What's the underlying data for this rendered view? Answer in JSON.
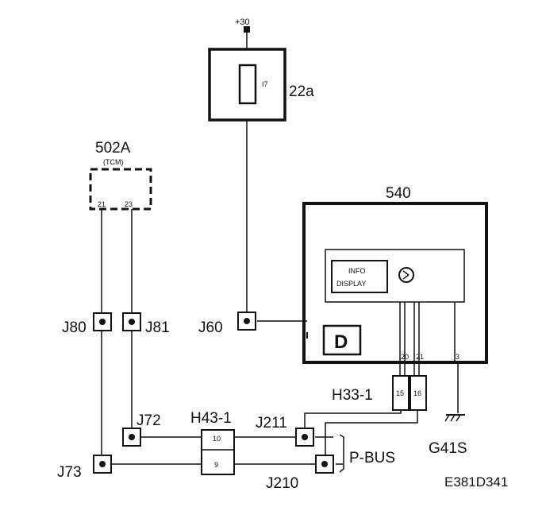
{
  "supply": {
    "label": "+30"
  },
  "fuse_box": {
    "id": "22a",
    "fuse_number": "I7"
  },
  "tcm": {
    "id": "502A",
    "sub": "(TCM)",
    "pin_a": "21",
    "pin_b": "23"
  },
  "module": {
    "id": "540",
    "display_line1": "INFO",
    "display_line2": "DISPLAY",
    "display_letter": "D",
    "pin_a": "20",
    "pin_b": "21",
    "pin_c": "3"
  },
  "connectors": {
    "j80": "J80",
    "j81": "J81",
    "j60": "J60",
    "j72": "J72",
    "j73": "J73",
    "j211": "J211",
    "j210": "J210"
  },
  "h33": {
    "id": "H33-1",
    "pin_a": "15",
    "pin_b": "16"
  },
  "h43": {
    "id": "H43-1",
    "pin_a": "10",
    "pin_b": "9"
  },
  "bus": {
    "label": "P-BUS"
  },
  "ground": {
    "label": "G41S"
  },
  "doc_code": "E381D341"
}
